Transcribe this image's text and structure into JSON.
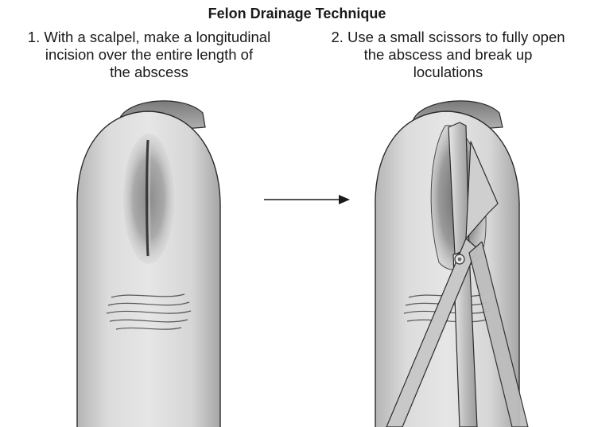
{
  "title": "Felon Drainage Technique",
  "steps": [
    {
      "lines": [
        "1. With a scalpel, make a longitudinal",
        "incision over the entire length of",
        "the abscess"
      ]
    },
    {
      "lines": [
        "2. Use a small scissors to fully open",
        "the abscess and break up",
        "loculations"
      ]
    }
  ],
  "colors": {
    "skin": "#d9d9d9",
    "skin_shadow": "#a8a8a8",
    "outline": "#2b2b2b",
    "nail": "#8c8c8c",
    "instrument": "#c4c4c4"
  }
}
